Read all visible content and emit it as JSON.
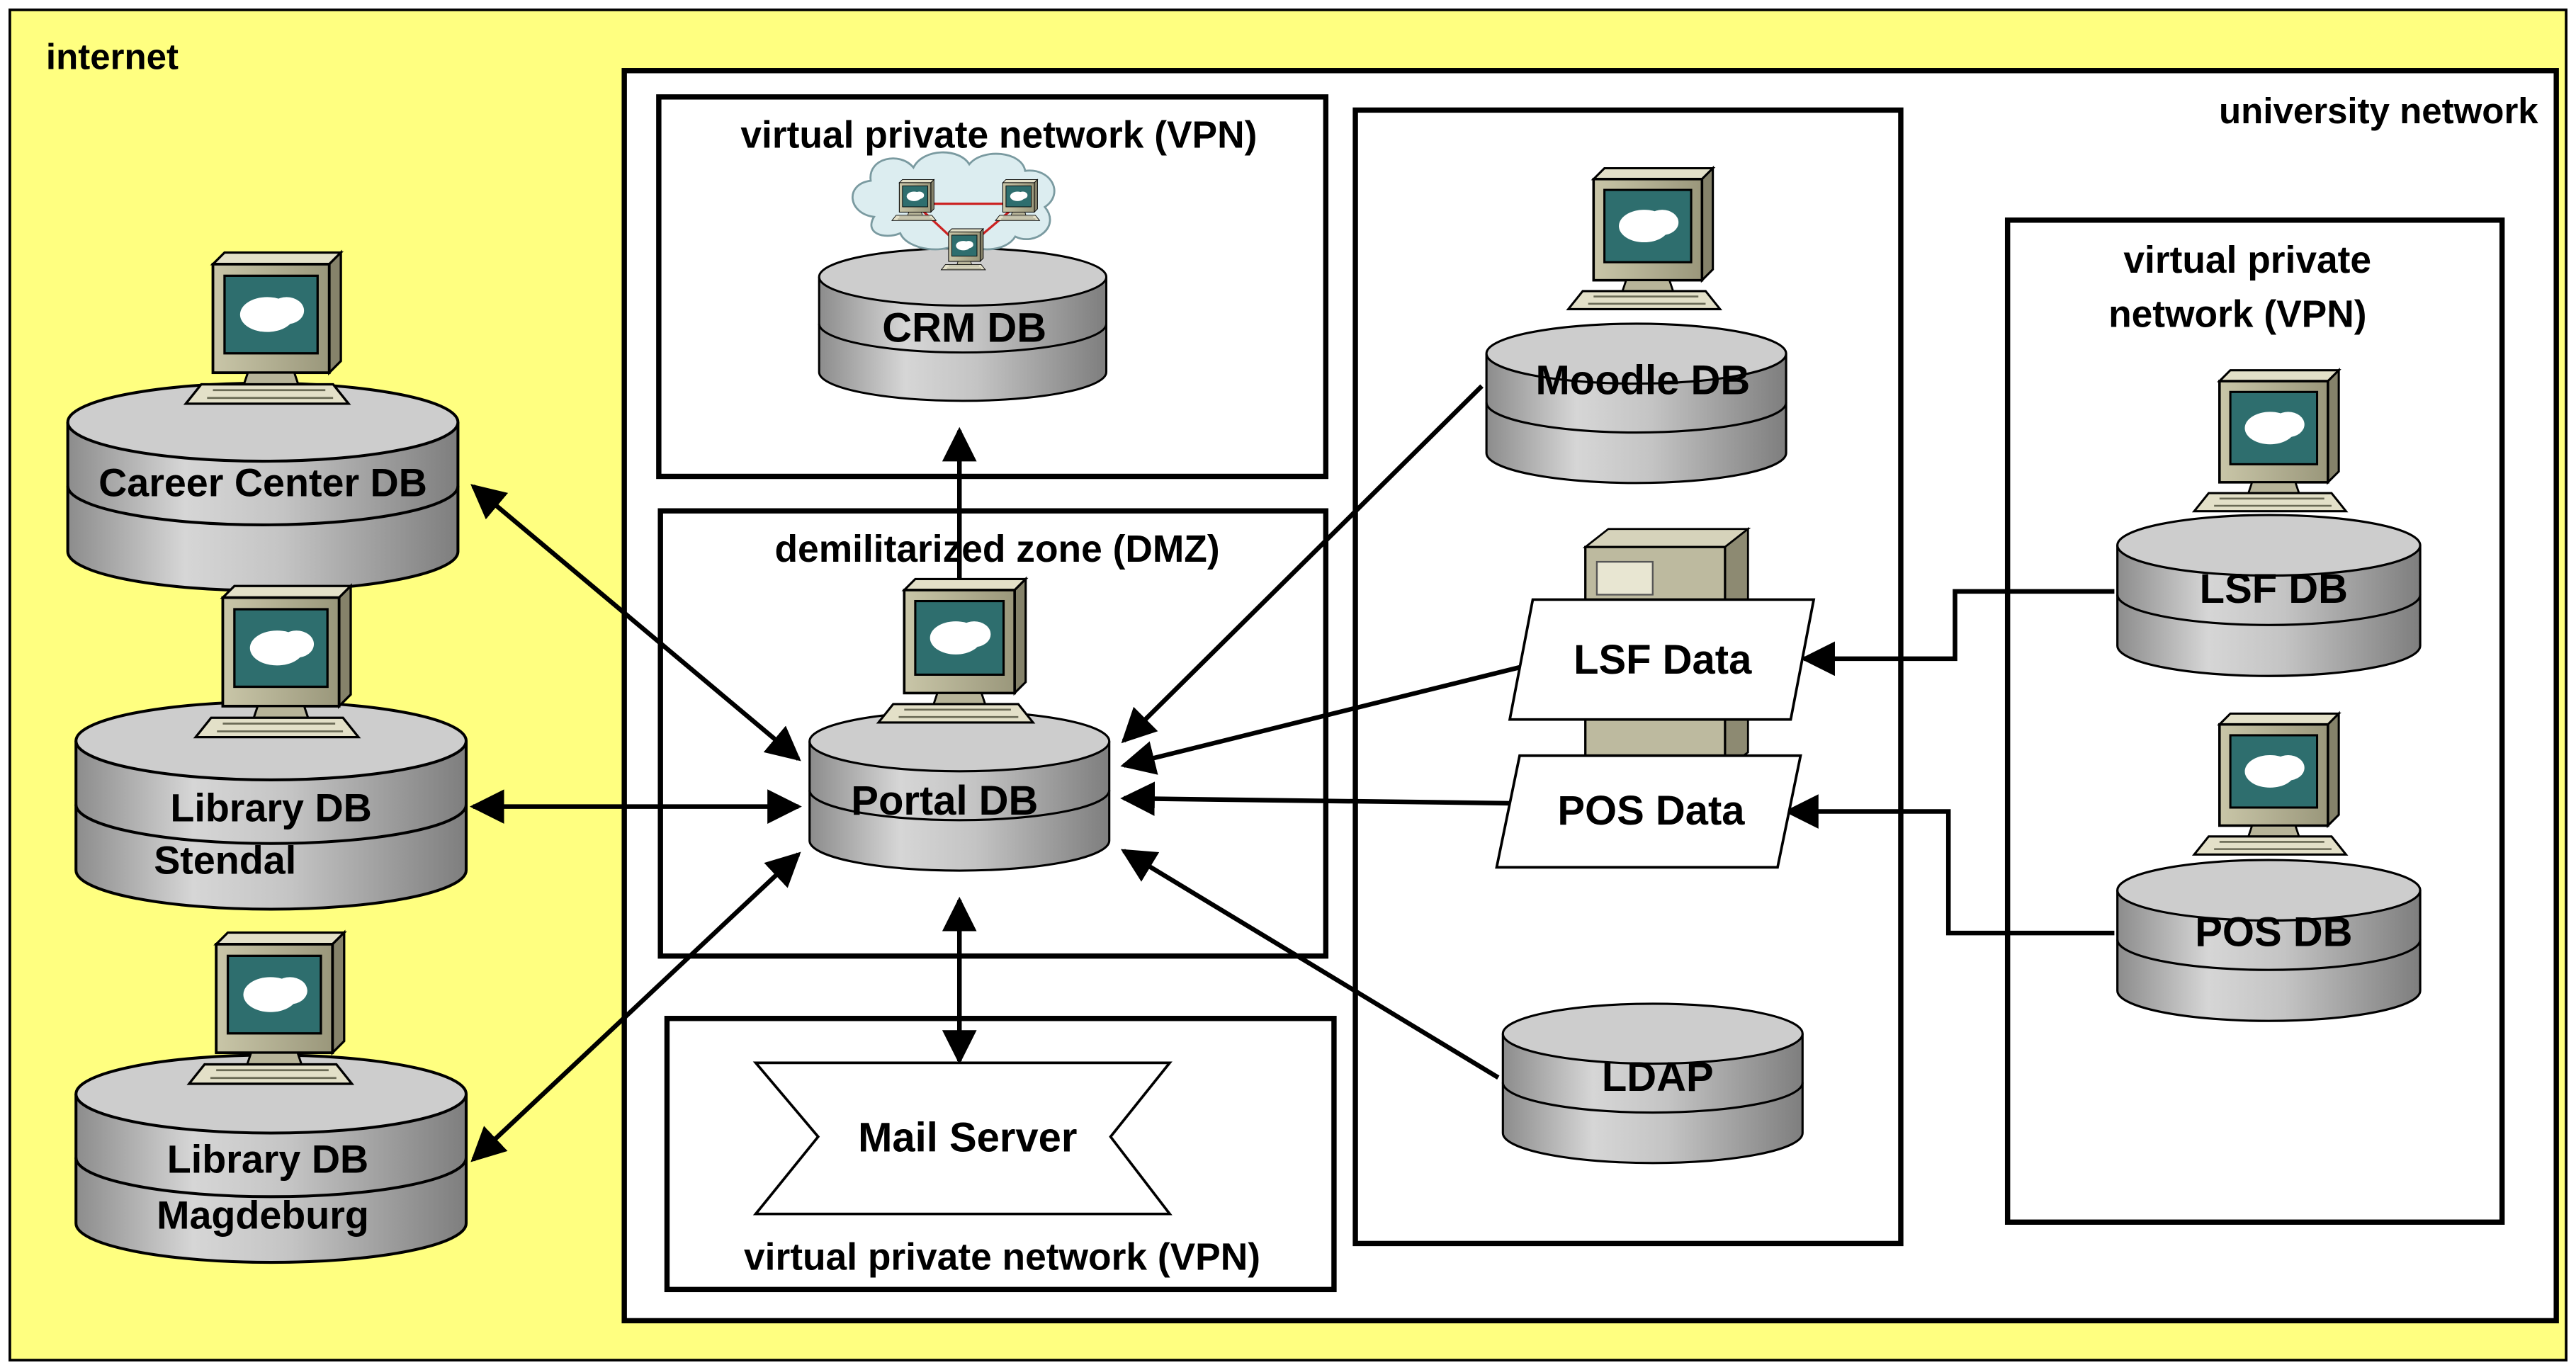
{
  "zones": {
    "internet": "internet",
    "university": "university network",
    "vpn_crm": "virtual private network (VPN)",
    "dmz": "demilitarized zone (DMZ)",
    "vpn_mail": "virtual private network (VPN)",
    "vpn_uni_line1": "virtual private",
    "vpn_uni_line2": "network (VPN)"
  },
  "nodes": {
    "career_center": "Career Center DB",
    "library_stendal_line1": "Library DB",
    "library_stendal_line2": "Stendal",
    "library_magdeburg_line1": "Library DB",
    "library_magdeburg_line2": "Magdeburg",
    "crm": "CRM DB",
    "portal": "Portal DB",
    "mail": "Mail Server",
    "moodle": "Moodle DB",
    "lsf_data": "LSF Data",
    "pos_data": "POS Data",
    "ldap": "LDAP",
    "lsf_db": "LSF DB",
    "pos_db": "POS DB"
  },
  "colors": {
    "background": "#FFFF80",
    "node_fill": "#C8C8C8",
    "zone_fill": "#FFFFFF",
    "monitor_screen": "#2E6E6E",
    "cloud": "#DDEFF2"
  },
  "icons": [
    "computer-icon",
    "database-icon",
    "vpn-cloud-icon",
    "server-tower-icon"
  ]
}
